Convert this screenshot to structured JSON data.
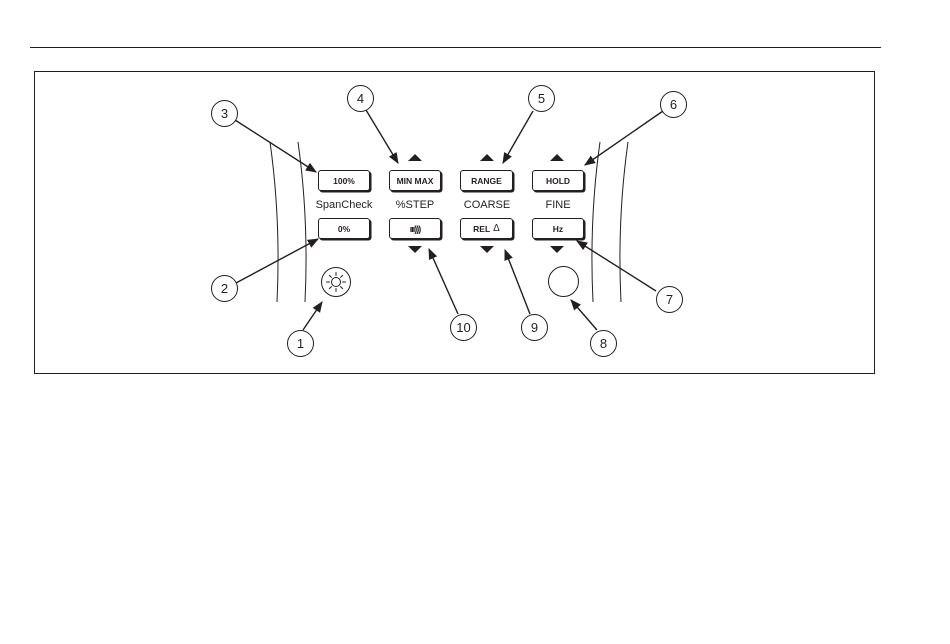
{
  "keys": {
    "k100": "100%",
    "k0": "0%",
    "minmax": "MIN MAX",
    "wave": "ııı)))",
    "range": "RANGE",
    "rel": "REL",
    "rel_symbol": "Δ",
    "hold": "HOLD",
    "hz": "Hz"
  },
  "labels": {
    "spancheck": "SpanCheck",
    "step": "%STEP",
    "coarse": "COARSE",
    "fine": "FINE"
  },
  "callouts": [
    "1",
    "2",
    "3",
    "4",
    "5",
    "6",
    "7",
    "8",
    "9",
    "10"
  ],
  "icons": {
    "brightness": "backlight-sun-icon",
    "arrow_up": "triangle-up-icon",
    "arrow_down": "triangle-down-icon"
  },
  "colors": {
    "ink": "#231f20",
    "background": "#ffffff"
  }
}
